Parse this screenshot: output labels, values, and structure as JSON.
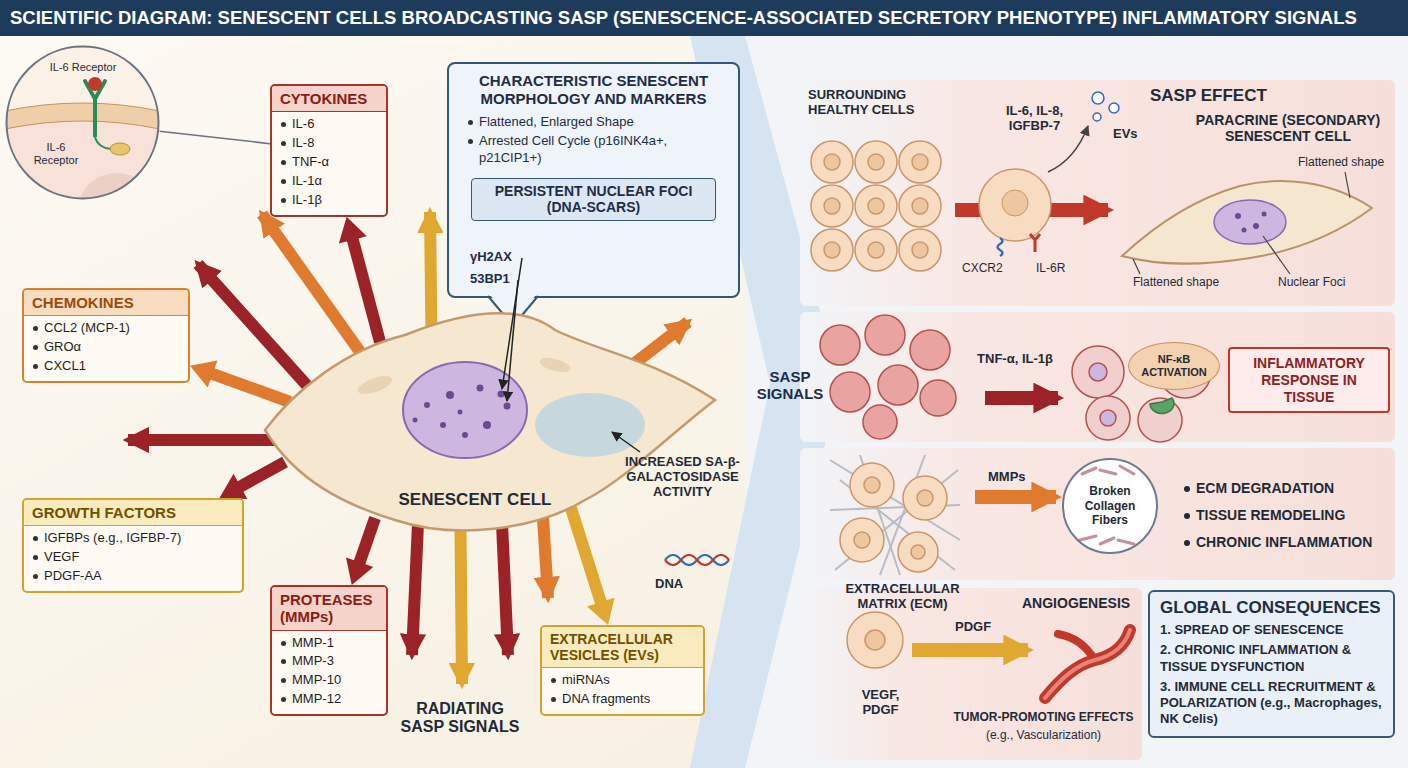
{
  "diagram": {
    "title": "SCIENTIFIC DIAGRAM: SENESCENT CELLS BROADCASTING SASP (SENESCENCE-ASSOCIATED SECRETORY PHENOTYPE) INFLAMMATORY SIGNALS",
    "nodes": [
      {
        "text": [
          "IL-6 Receptor",
          "IL-6 Receptor"
        ]
      },
      {
        "text": [
          "CYTOKINES",
          "IL-6",
          "IL-8",
          "TNF-α",
          "IL-1α",
          "IL-1β"
        ]
      },
      {
        "text": [
          "CHARACTERISTIC SENESCENT MORPHOLOGY AND MARKERS",
          "Flattened, Enlarged Shape",
          "Arrested Cell Cycle (p16INK4a+, p21CIP1+)"
        ]
      },
      {
        "text": [
          "PERSISTENT NUCLEAR FOCI (DNA-SCARS)"
        ],
        "in": 2
      },
      {
        "text": [
          "CHEMOKINES",
          "CCL2 (MCP-1)",
          "GROα",
          "CXCL1"
        ]
      },
      {
        "text": [
          "SENESCENT CELL"
        ]
      },
      {
        "text": [
          "GROWTH FACTORS",
          "IGFBPs (e.g., IGFBP-7)",
          "VEGF",
          "PDGF-AA"
        ]
      },
      {
        "text": [
          "PROTEASES (MMPs)",
          "MMP-1",
          "MMP-3",
          "MMP-10",
          "MMP-12"
        ]
      },
      {
        "text": [
          "EXTRACELLULAR VESICLES (EVs)",
          "miRNAs",
          "DNA fragments"
        ]
      },
      {
        "text": [
          "NF-κB ACTIVATION"
        ]
      },
      {
        "text": [
          "INFLAMMATORY RESPONSE IN TISSUE"
        ]
      },
      {
        "text": [
          "Broken Collagen Fibers"
        ]
      },
      {
        "text": [
          "GLOBAL CONSEQUENCES",
          "1. SPREAD OF SENESCENCE",
          "2. CHRONIC INFLAMMATION & TISSUE DYSFUNCTION",
          "3. IMMUNE CELL RECRUITMENT & POLARIZATION (e.g., Macrophages, NK Celis)"
        ]
      }
    ],
    "edges": [
      {
        "from": 0,
        "to": 1,
        "arrow": "none"
      },
      {
        "from": 5,
        "to": 1,
        "arrow": "to"
      },
      {
        "from": 5,
        "to": 4,
        "arrow": "to"
      },
      {
        "from": 5,
        "to": 6,
        "arrow": "to"
      },
      {
        "from": 5,
        "to": 7,
        "arrow": "to"
      },
      {
        "from": 5,
        "to": 8,
        "arrow": "to"
      }
    ],
    "labels": [
      "γH2AX",
      "53BP1",
      "INCREASED SA-β-GALACTOSIDASE ACTIVITY",
      "DNA",
      "RADIATING SASP SIGNALS",
      "SASP SIGNALS",
      "SURROUNDING HEALTHY CELLS",
      "SASP EFFECT",
      "IL-6, IL-8, IGFBP-7",
      "EVs",
      "CXCR2",
      "IL-6R",
      "PARACRINE (SECONDARY) SENESCENT CELL",
      "Flattened shape",
      "Flattened shape",
      "Nuclear Foci",
      "TNF-α, IL-1β",
      "EXTRACELLULAR MATRIX (ECM)",
      "MMPs",
      "ECM DEGRADATION",
      "TISSUE REMODELING",
      "CHRONIC INFLAMMATION",
      "VEGF, PDGF",
      "PDGF",
      "ANGIOGENESIS",
      "TUMOR-PROMOTING EFFECTS",
      "(e.g., Vascularization)"
    ]
  }
}
